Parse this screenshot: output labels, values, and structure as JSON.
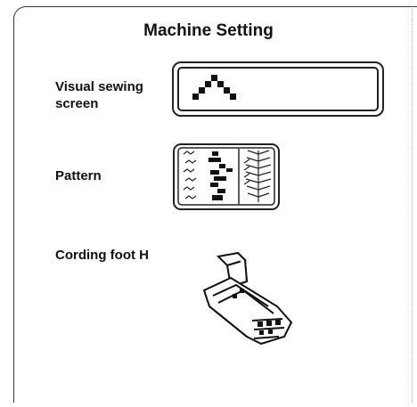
{
  "page": {
    "title": "Machine Setting"
  },
  "settings": [
    {
      "label": "Visual sewing\nscreen",
      "value_icon": "zigzag-stitch-display-icon"
    },
    {
      "label": "Pattern",
      "value_icon": "stitch-pattern-card-icon"
    },
    {
      "label": "Cording foot H",
      "value_icon": "cording-foot-h-icon"
    }
  ]
}
